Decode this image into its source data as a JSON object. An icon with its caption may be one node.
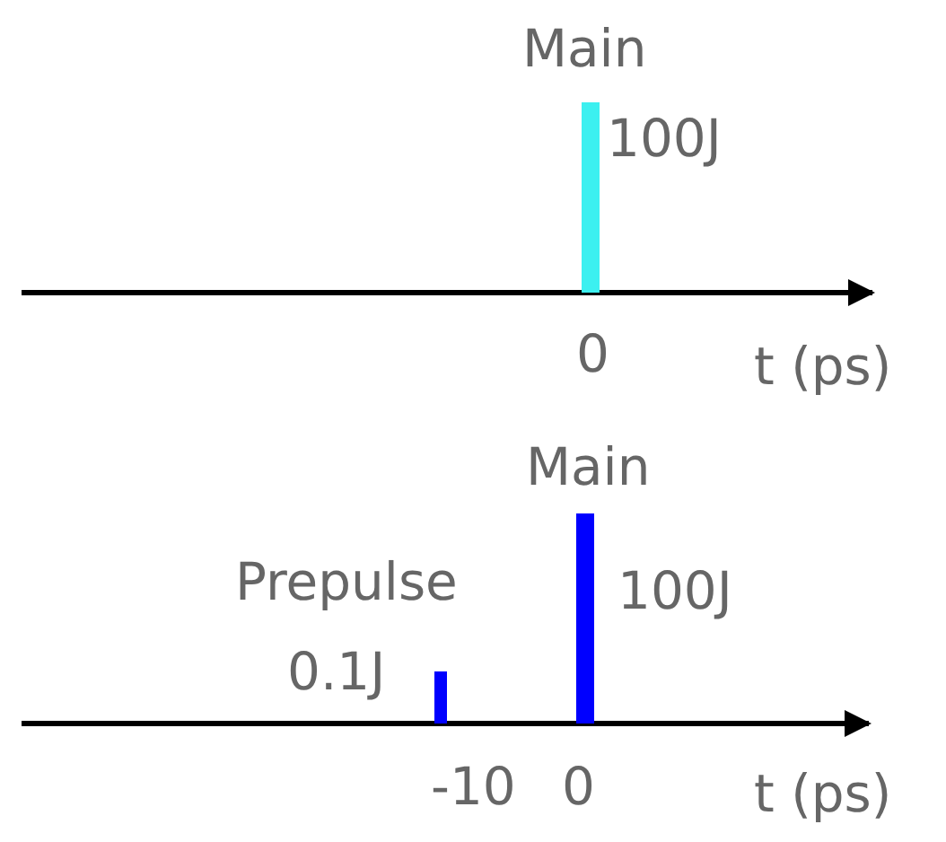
{
  "diagram": {
    "labels": [
      "Main",
      "100J",
      "0",
      "t (ps)",
      "Main",
      "Prepulse",
      "100J",
      "0.1J",
      "-10",
      "0",
      "t (ps)"
    ]
  }
}
